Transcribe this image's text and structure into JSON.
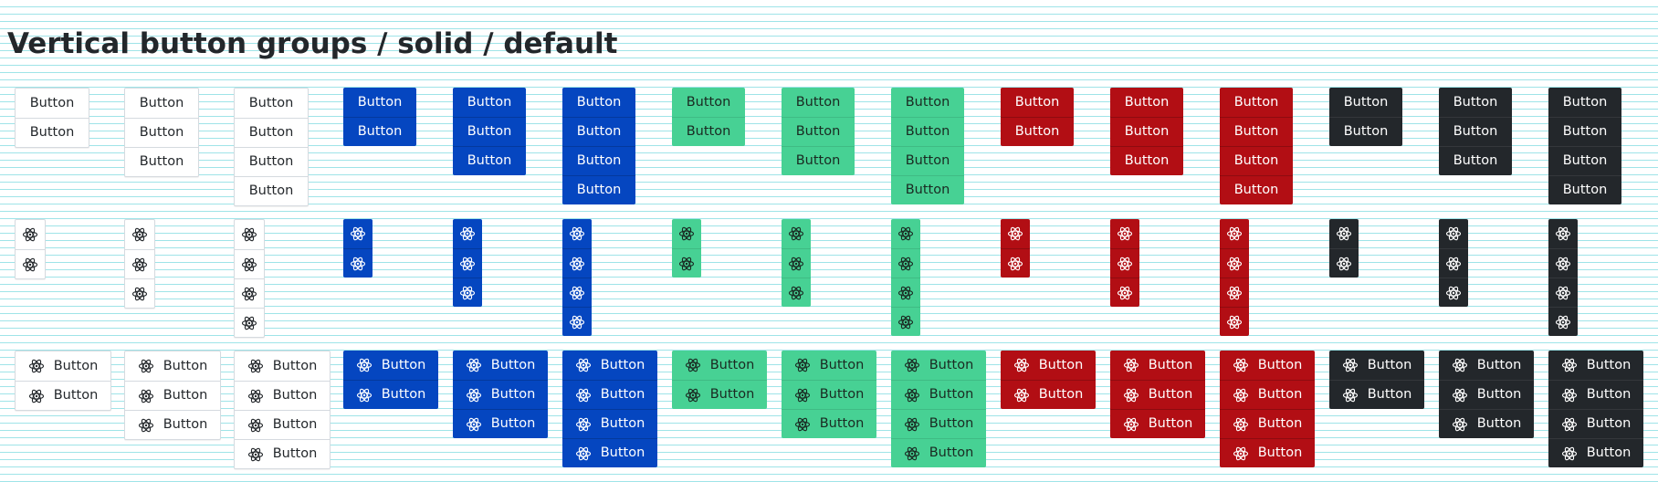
{
  "page": {
    "title": "Vertical button groups / solid / default",
    "background": "#ffffff",
    "grid_line_color": "#9fe4e8"
  },
  "button": {
    "label": "Button",
    "icon": "atom-icon"
  },
  "variants": [
    {
      "name": "default",
      "background": "#ffffff",
      "text": "#23272b",
      "border": "#d5dadf"
    },
    {
      "name": "primary",
      "background": "#0546c0",
      "text": "#ffffff"
    },
    {
      "name": "success",
      "background": "#47d194",
      "text": "#1a2a22"
    },
    {
      "name": "danger",
      "background": "#b20e14",
      "text": "#ffffff"
    },
    {
      "name": "dark",
      "background": "#23272b",
      "text": "#ffffff"
    }
  ],
  "group_sizes": [
    2,
    3,
    4
  ],
  "rows": [
    {
      "name": "text-only"
    },
    {
      "name": "icon-only"
    },
    {
      "name": "icon-and-text"
    }
  ]
}
